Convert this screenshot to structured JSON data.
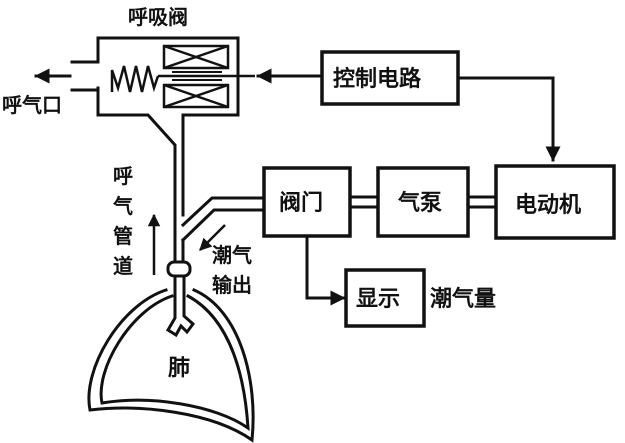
{
  "diagram": {
    "title_valve": "呼吸阀",
    "exhale_port": "呼气口",
    "control_circuit": "控制电路",
    "valve_gate": "阀门",
    "air_pump": "气泵",
    "motor": "电动机",
    "display": "显示",
    "tidal_volume": "潮气量",
    "exhale_duct": [
      "呼",
      "气",
      "管",
      "道"
    ],
    "tidal_output": [
      "潮气",
      "输出"
    ],
    "lung": "肺"
  },
  "colors": {
    "ink": "#111111",
    "background": "#ffffff"
  }
}
